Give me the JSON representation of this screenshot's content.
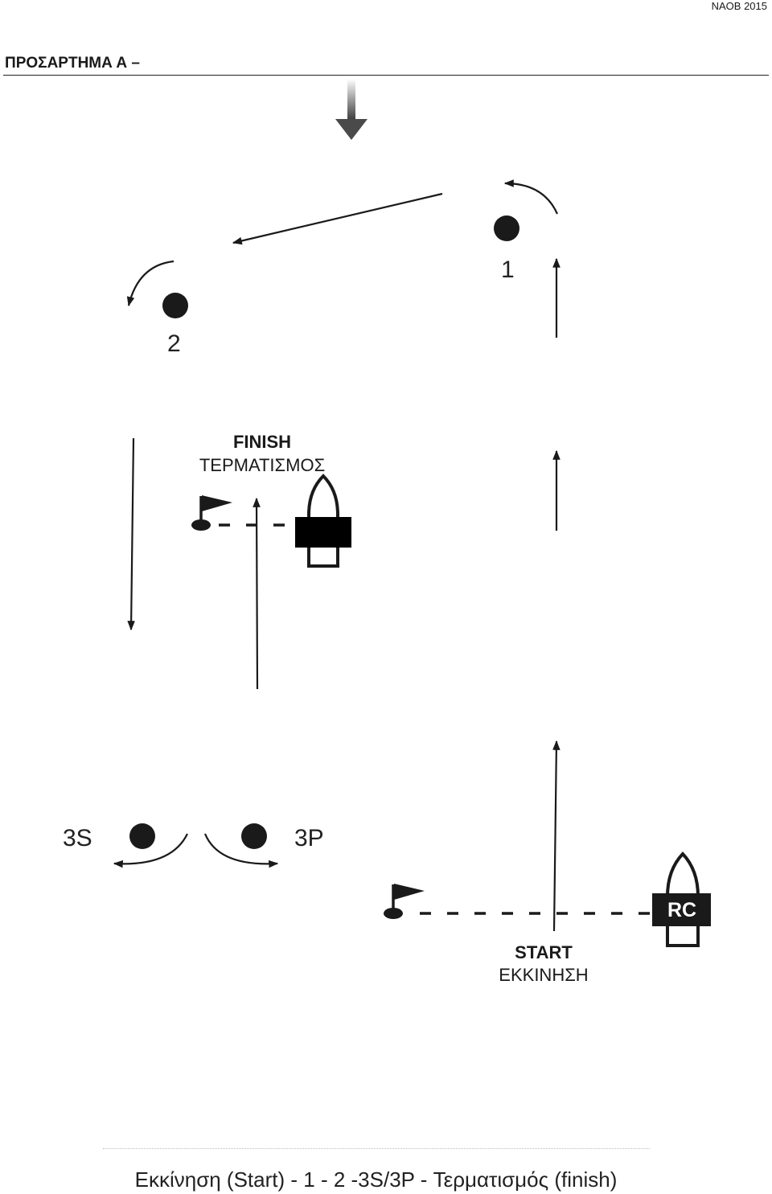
{
  "header": {
    "doc_tag": "NAOB 2015",
    "appendix_title": "ΠΡΟΣΑΡΤΗΜΑ Α –"
  },
  "marks": {
    "mark_1": "1",
    "mark_2": "2",
    "mark_3s": "3S",
    "mark_3p": "3P"
  },
  "finish": {
    "label_en": "FINISH",
    "label_gr": "ΤΕΡΜΑΤΙΣΜΟΣ"
  },
  "start": {
    "label_en": "START",
    "label_gr": "ΕΚΚΙΝΗΣΗ",
    "committee_boat": "RC"
  },
  "caption": "Εκκίνηση (Start) - 1 - 2 -3S/3P - Τερματισμός (finish)"
}
